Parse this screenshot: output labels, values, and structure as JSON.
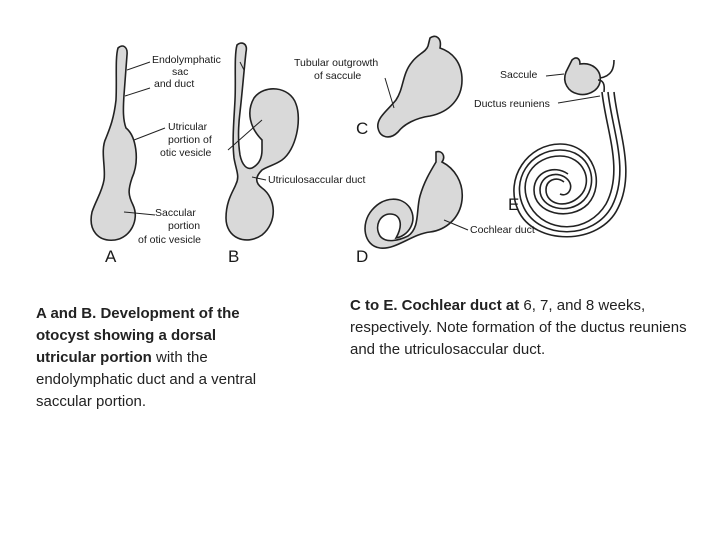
{
  "figure": {
    "labels": {
      "endolymphatic_sac": [
        "Endolymphatic",
        "sac",
        "and duct"
      ],
      "utricular_portion": [
        "Utricular",
        "portion of",
        "otic vesicle"
      ],
      "saccular_portion": [
        "Saccular",
        "portion",
        "of otic vesicle"
      ],
      "utriculosaccular_duct": "Utriculosaccular duct",
      "tubular_outgrowth": [
        "Tubular outgrowth",
        "of saccule"
      ],
      "saccule": "Saccule",
      "ductus_reuniens": "Ductus reuniens",
      "cochlear_duct": "Cochlear duct"
    },
    "panels": [
      "A",
      "B",
      "C",
      "D",
      "E"
    ]
  },
  "captions": {
    "left": {
      "bold": "A and B. Development of the otocyst showing a dorsal utricular portion",
      "normal": " with the endolymphatic duct and a ventral saccular portion."
    },
    "right": {
      "bold": "C to E. Cochlear duct at",
      "normal": " 6, 7, and 8 weeks, respectively. Note formation of the ductus reuniens and the utriculosaccular duct."
    }
  }
}
